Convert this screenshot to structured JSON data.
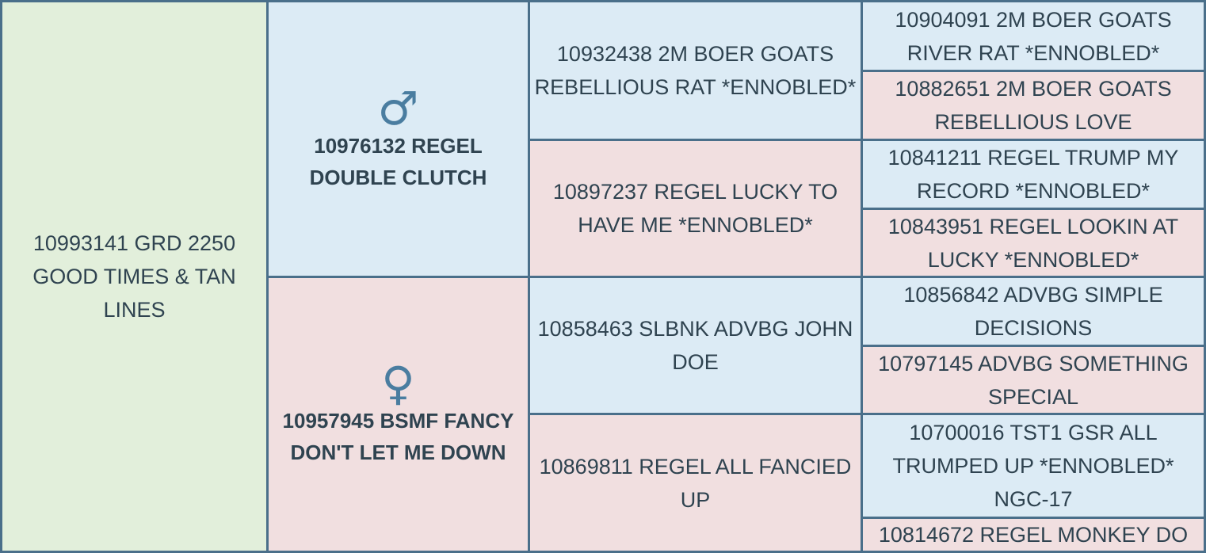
{
  "subject": {
    "name": "10993141 GRD 2250 GOOD TIMES & TAN LINES"
  },
  "sire": {
    "symbol": "♂",
    "name": "10976132 REGEL DOUBLE CLUTCH",
    "sire": {
      "name": "10932438 2M BOER GOATS REBELLIOUS RAT *ENNOBLED*",
      "sire": "10904091 2M BOER GOATS RIVER RAT *ENNOBLED*",
      "dam": "10882651 2M BOER GOATS REBELLIOUS LOVE"
    },
    "dam": {
      "name": "10897237 REGEL LUCKY TO HAVE ME *ENNOBLED*",
      "sire": "10841211 REGEL TRUMP MY RECORD *ENNOBLED*",
      "dam": "10843951 REGEL LOOKIN AT LUCKY *ENNOBLED*"
    }
  },
  "dam": {
    "symbol": "♀",
    "name": "10957945 BSMF FANCY DON'T LET ME DOWN",
    "sire": {
      "name": "10858463 SLBNK ADVBG JOHN DOE",
      "sire": "10856842 ADVBG SIMPLE DECISIONS",
      "dam": "10797145 ADVBG SOMETHING SPECIAL"
    },
    "dam": {
      "name": "10869811 REGEL ALL FANCIED UP",
      "sire": "10700016 TST1 GSR ALL TRUMPED UP *ENNOBLED* NGC-17",
      "dam": "10814672 REGEL MONKEY DO"
    }
  },
  "colors": {
    "male": "#dcebf5",
    "female": "#f1dfe0",
    "subject": "#e2efdb",
    "border": "#4a6f8a",
    "symbol": "#4a7da0",
    "text": "#2f4350"
  }
}
